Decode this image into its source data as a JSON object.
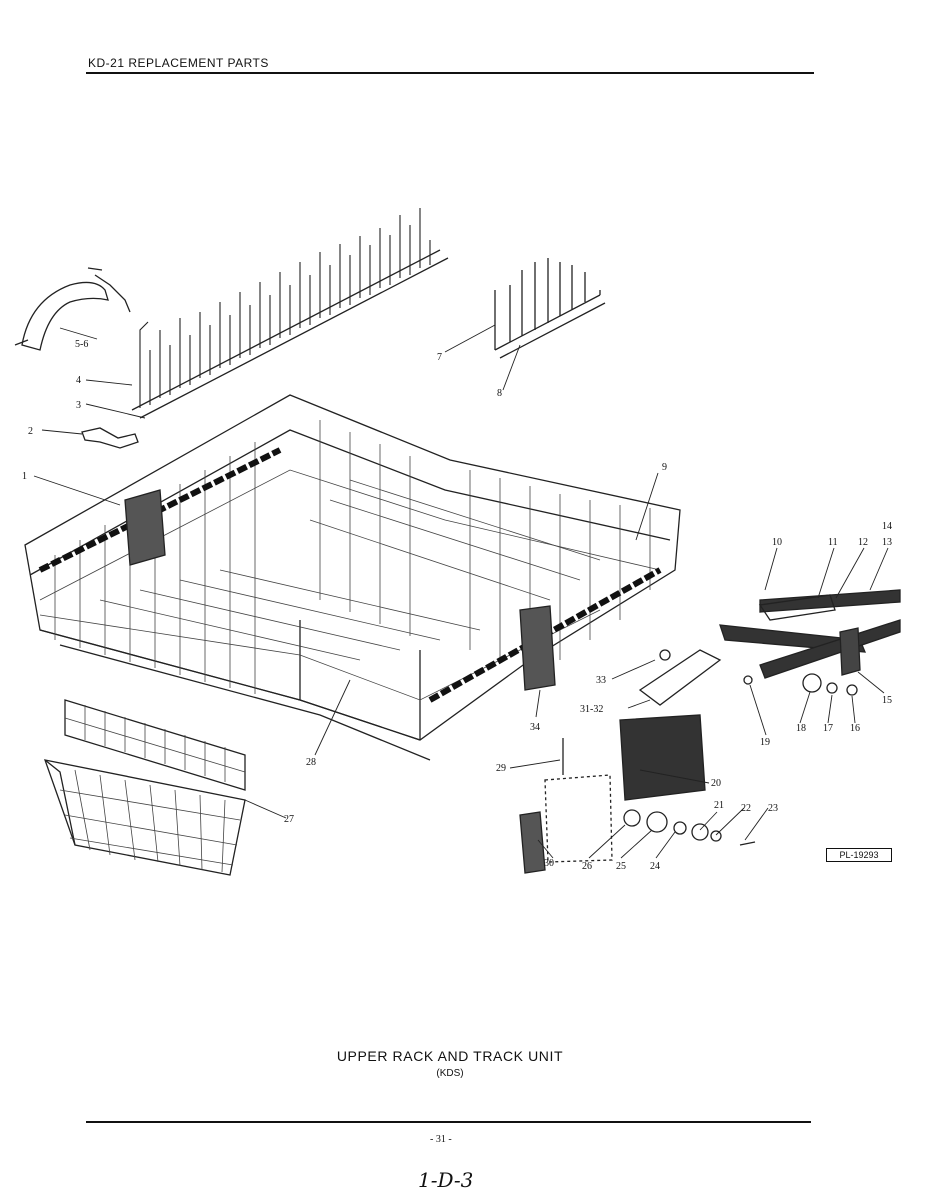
{
  "header": {
    "title": "KD-21 REPLACEMENT PARTS"
  },
  "drawing_ref": "PL-19293",
  "callouts": [
    "5-6",
    "4",
    "3",
    "2",
    "1",
    "7",
    "8",
    "9",
    "14",
    "10",
    "11",
    "12",
    "13",
    "33",
    "31-32",
    "34",
    "15",
    "18",
    "17",
    "16",
    "19",
    "28",
    "29",
    "20",
    "21",
    "22",
    "23",
    "27",
    "30",
    "26",
    "25",
    "24"
  ],
  "caption": {
    "title": "UPPER RACK AND TRACK UNIT",
    "subtitle": "(KDS)"
  },
  "footer": {
    "page_number": "- 31 -",
    "handwritten": "1-D-3"
  }
}
